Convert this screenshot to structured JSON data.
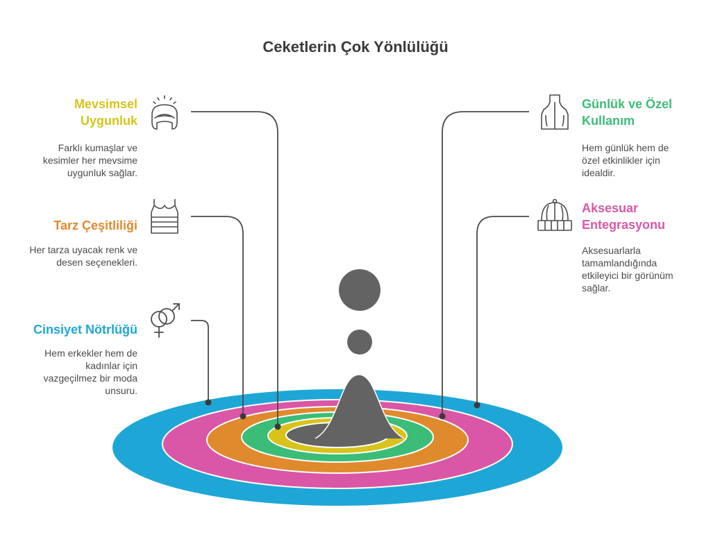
{
  "title": "Ceketlerin Çok Yönlülüğü",
  "items": [
    {
      "heading_line1": "Mevsimsel",
      "heading_line2": "Uygunluk",
      "description": [
        "Farklı kumaşlar ve",
        "kesimler her mevsime",
        "uygunluk sağlar."
      ],
      "color": "#d8c31c",
      "icon": "winter-hat-icon"
    },
    {
      "heading_line1": "Tarz Çeşitliliği",
      "heading_line2": "",
      "description": [
        "Her tarza uyacak renk ve",
        "desen seçenekleri."
      ],
      "color": "#e08a2e",
      "icon": "striped-tank-top-icon"
    },
    {
      "heading_line1": "Cinsiyet Nötrlüğü",
      "heading_line2": "",
      "description": [
        "Hem erkekler hem de",
        "kadınlar için",
        "vazgeçilmez bir moda",
        "unsuru."
      ],
      "color": "#1ea7d6",
      "icon": "gender-symbols-icon"
    },
    {
      "heading_line1": "Günlük ve Özel",
      "heading_line2": "Kullanım",
      "description": [
        "Hem günlük hem de",
        "özel etkinlikler için",
        "idealdir."
      ],
      "color": "#3bbd78",
      "icon": "vest-icon"
    },
    {
      "heading_line1": "Aksesuar",
      "heading_line2": "Entegrasyonu",
      "description": [
        "Aksesuarlarla",
        "tamamlandığında",
        "etkileyici bir görünüm",
        "sağlar."
      ],
      "color": "#d957a6",
      "icon": "knit-hat-icon"
    }
  ],
  "rings": {
    "outer": "#1ea7d6",
    "second": "#d957a6",
    "third": "#e08a2e",
    "fourth": "#3bbd78",
    "fifth": "#d8c31c",
    "center": "#636363"
  }
}
